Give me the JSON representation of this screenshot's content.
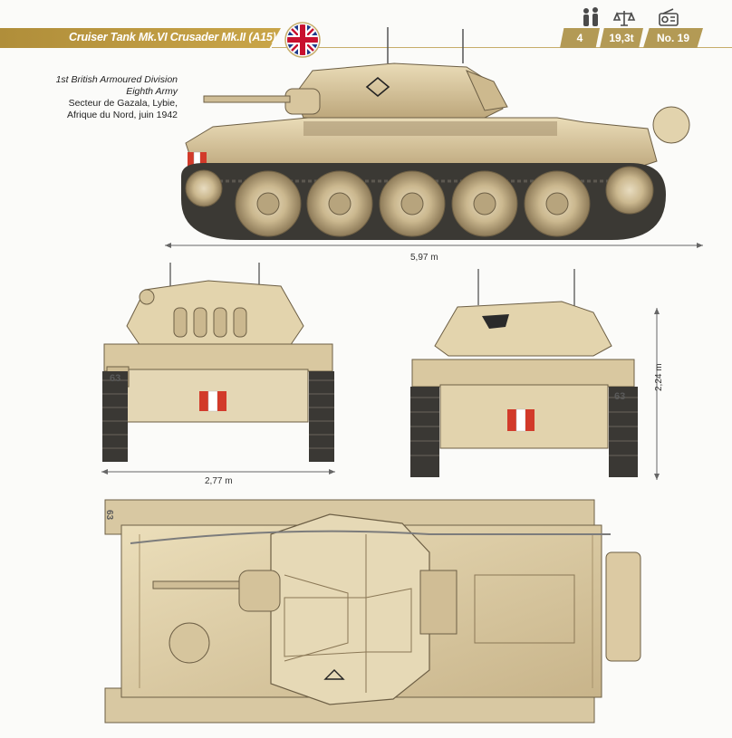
{
  "header": {
    "title": "Cruiser Tank Mk.VI Crusader Mk.II (A15)",
    "flag_icon": "union-jack-flag-icon",
    "accent_color": "#c4a24a",
    "stats": [
      {
        "icon": "crew-icon",
        "value": "4"
      },
      {
        "icon": "scale-weight-icon",
        "value": "19,3t"
      },
      {
        "icon": "radio-icon",
        "value": "No. 19"
      }
    ]
  },
  "caption": {
    "line1": "1st British Armoured Division",
    "line2": "Eighth Army",
    "line3": "Secteur de Gazala, Lybie,",
    "line4": "Afrique du Nord, juin 1942"
  },
  "dimensions": {
    "length": "5,97 m",
    "width": "2,77 m",
    "height": "2,24 m"
  },
  "markings": {
    "vehicle_number": "63",
    "tank_colors": {
      "sand": "#d9c7a0",
      "shadow": "#a08d68",
      "track": "#3a3834",
      "red": "#d23a2a"
    }
  }
}
